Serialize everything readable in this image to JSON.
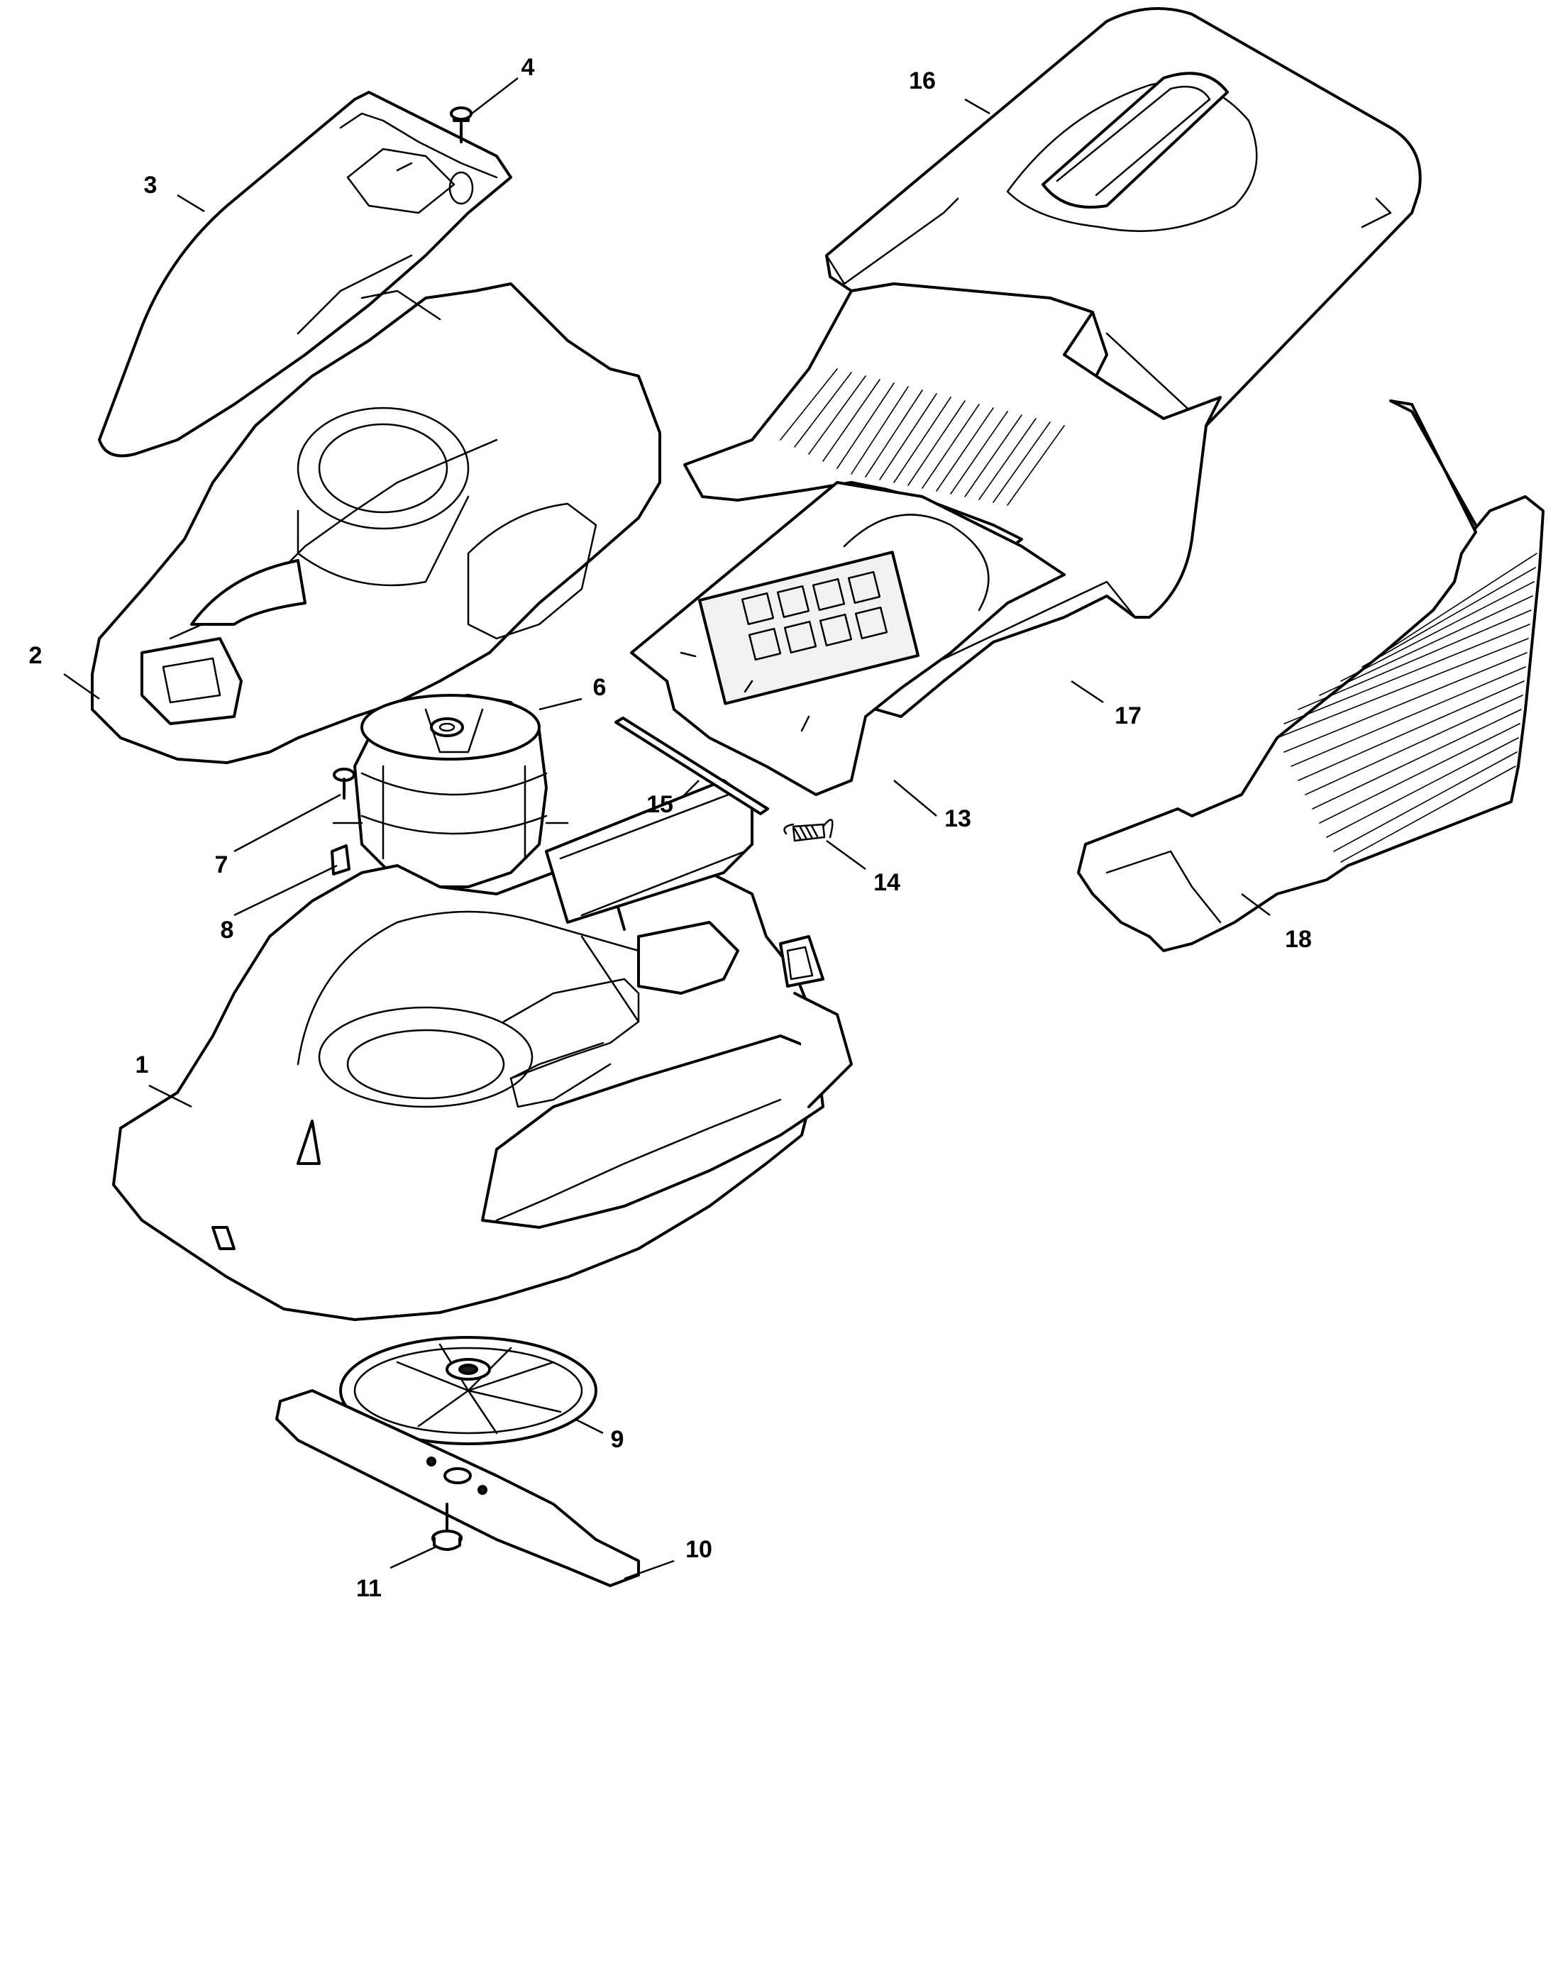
{
  "diagram": {
    "accent_color": "#000000",
    "background_color": "#ffffff",
    "callouts": [
      "1",
      "2",
      "3",
      "4",
      "6",
      "7",
      "8",
      "9",
      "10",
      "11",
      "13",
      "14",
      "15",
      "16",
      "17",
      "18"
    ]
  }
}
